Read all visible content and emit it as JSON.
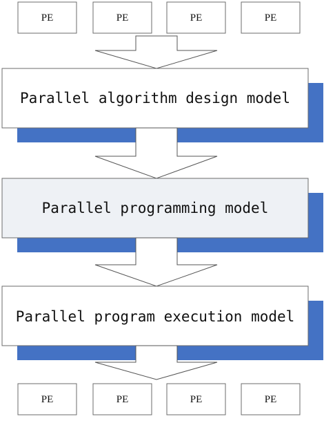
{
  "top_pe_row": [
    "PE",
    "PE",
    "PE",
    "PE"
  ],
  "bottom_pe_row": [
    "PE",
    "PE",
    "PE",
    "PE"
  ],
  "models": [
    {
      "label": "Parallel algorithm design model",
      "fill": "#ffffff"
    },
    {
      "label": "Parallel programming model",
      "fill": "#eef1f5"
    },
    {
      "label": "Parallel program execution model",
      "fill": "#ffffff"
    }
  ],
  "colors": {
    "shadow": "#4472c4",
    "box_border": "#6b6b6b",
    "arrow_border": "#555555",
    "text": "#111111"
  }
}
